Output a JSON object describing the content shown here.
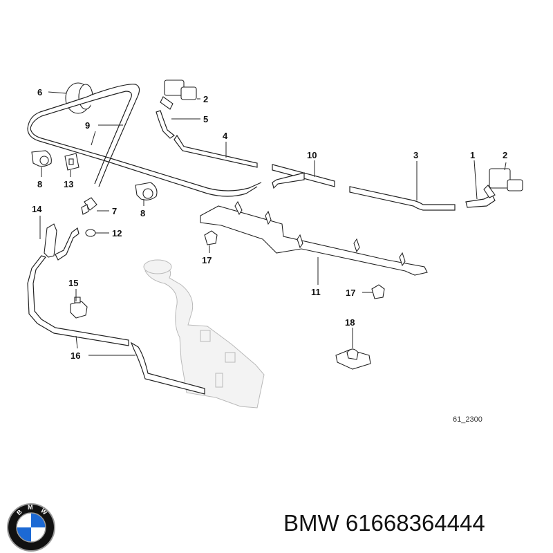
{
  "diagram": {
    "callouts": [
      {
        "id": "c6",
        "text": "6"
      },
      {
        "id": "c2a",
        "text": "2"
      },
      {
        "id": "c5",
        "text": "5"
      },
      {
        "id": "c9",
        "text": "9"
      },
      {
        "id": "c4",
        "text": "4"
      },
      {
        "id": "c10",
        "text": "10"
      },
      {
        "id": "c3",
        "text": "3"
      },
      {
        "id": "c1",
        "text": "1"
      },
      {
        "id": "c2b",
        "text": "2"
      },
      {
        "id": "c8a",
        "text": "8"
      },
      {
        "id": "c13",
        "text": "13"
      },
      {
        "id": "c8b",
        "text": "8"
      },
      {
        "id": "c7",
        "text": "7"
      },
      {
        "id": "c14",
        "text": "14"
      },
      {
        "id": "c12",
        "text": "12"
      },
      {
        "id": "c17a",
        "text": "17"
      },
      {
        "id": "c11",
        "text": "11"
      },
      {
        "id": "c17b",
        "text": "17"
      },
      {
        "id": "c15",
        "text": "15"
      },
      {
        "id": "c18",
        "text": "18"
      },
      {
        "id": "c16",
        "text": "16"
      }
    ],
    "drawing_code": "61_2300"
  },
  "logo": {
    "icon": "bmw-roundel-icon",
    "text": "BMW",
    "colors": {
      "ring": "#111111",
      "blue": "#1c69d4",
      "white": "#ffffff",
      "chrome": "#9a9a9a"
    }
  },
  "caption": {
    "brand": "BMW",
    "part_number": "61668364444"
  }
}
